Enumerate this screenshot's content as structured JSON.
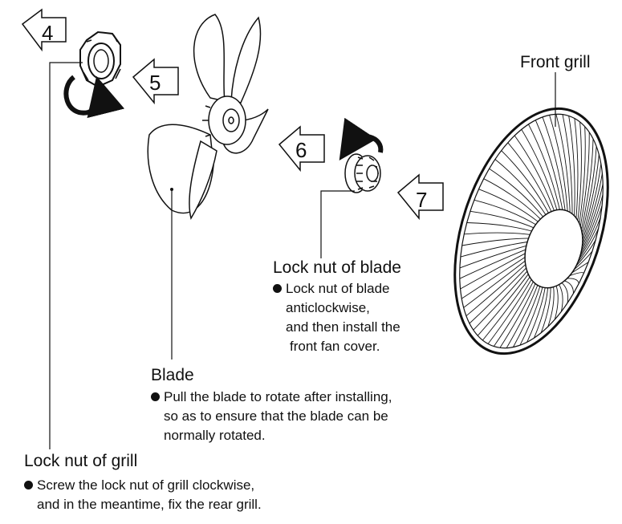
{
  "steps": [
    "4",
    "5",
    "6",
    "7"
  ],
  "front_grill": {
    "title": "Front grill"
  },
  "blade_lock": {
    "title": "Lock nut of blade",
    "lines": [
      "Lock nut of blade",
      "anticlockwise,",
      "and then install the",
      "front fan cover."
    ]
  },
  "blade": {
    "title": "Blade",
    "lines": [
      "Pull the blade to rotate after installing,",
      "so as to ensure that the blade can be",
      "normally rotated."
    ]
  },
  "grill_lock": {
    "title": "Lock nut of grill",
    "lines": [
      "Screw the lock nut of grill clockwise,",
      "and in the meantime, fix the rear grill."
    ]
  }
}
